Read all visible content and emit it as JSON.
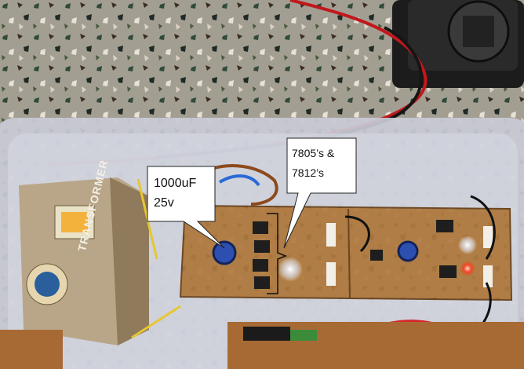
{
  "annotations": {
    "capacitor": {
      "line1": "1000uF",
      "line2": "25v"
    },
    "regulators": {
      "line1": "7805’s &",
      "line2": "7812’s"
    }
  },
  "transformer_text": "TRANSFORMER",
  "colors": {
    "floor": "#9a958a",
    "box_plastic": "#c9cbd6",
    "pcb": "#b07a3e",
    "callout_bg": "#ffffff",
    "led_white": "#ffffff",
    "led_red": "#ff3b1e"
  }
}
